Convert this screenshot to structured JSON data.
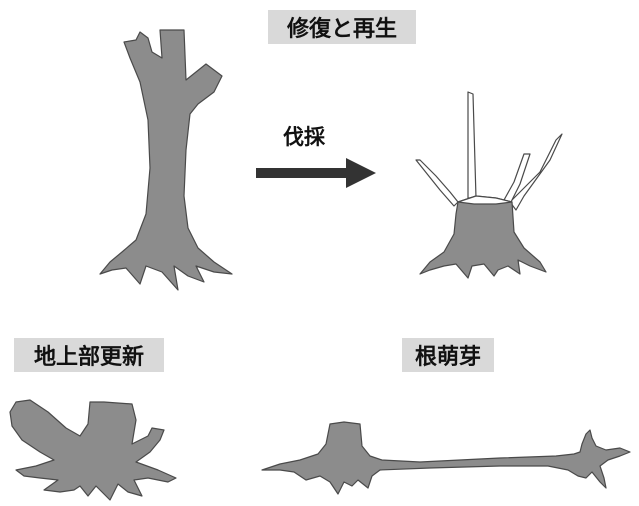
{
  "title": "修復と再生",
  "arrow_label": "伐採",
  "labels": {
    "above_ground": "地上部更新",
    "root_sprout": "根萌芽"
  }
}
